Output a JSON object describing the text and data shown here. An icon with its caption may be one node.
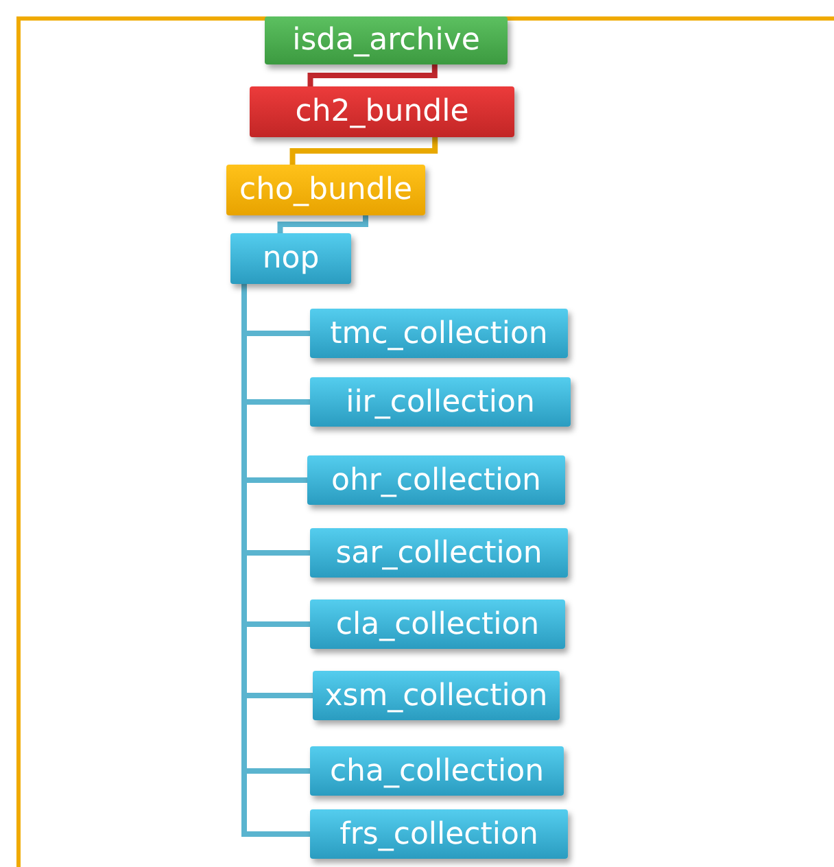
{
  "diagram": {
    "nodes": [
      {
        "text": [
          "isda_archive"
        ]
      },
      {
        "text": [
          "ch2_bundle"
        ]
      },
      {
        "text": [
          "cho_bundle"
        ]
      },
      {
        "text": [
          "nop"
        ]
      },
      {
        "text": [
          "tmc_collection"
        ]
      },
      {
        "text": [
          "iir_collection"
        ]
      },
      {
        "text": [
          "ohr_collection"
        ]
      },
      {
        "text": [
          "sar_collection"
        ]
      },
      {
        "text": [
          "cla_collection"
        ]
      },
      {
        "text": [
          "xsm_collection"
        ]
      },
      {
        "text": [
          "cha_collection"
        ]
      },
      {
        "text": [
          "frs_collection"
        ]
      }
    ],
    "edges": [
      {
        "from": 0,
        "to": 1,
        "arrow": "none",
        "color": "#c0282d"
      },
      {
        "from": 1,
        "to": 2,
        "arrow": "none",
        "color": "#e8a800"
      },
      {
        "from": 2,
        "to": 3,
        "arrow": "none"
      },
      {
        "from": 3,
        "to": 4,
        "arrow": "none"
      },
      {
        "from": 3,
        "to": 5,
        "arrow": "none"
      },
      {
        "from": 3,
        "to": 6,
        "arrow": "none"
      },
      {
        "from": 3,
        "to": 7,
        "arrow": "none"
      },
      {
        "from": 3,
        "to": 8,
        "arrow": "none"
      },
      {
        "from": 3,
        "to": 9,
        "arrow": "none"
      },
      {
        "from": 3,
        "to": 10,
        "arrow": "none"
      },
      {
        "from": 3,
        "to": 11,
        "arrow": "none"
      }
    ]
  }
}
